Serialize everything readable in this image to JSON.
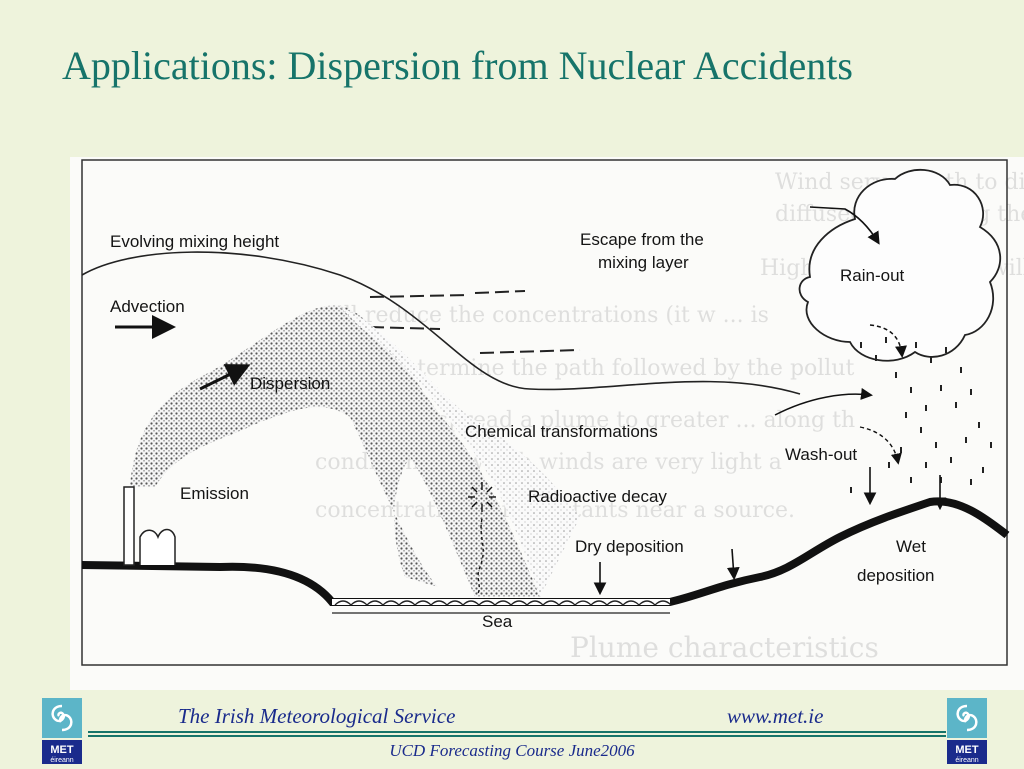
{
  "slide": {
    "title": "Applications: Dispersion from Nuclear Accidents"
  },
  "figure": {
    "labels": {
      "evolving_mixing_height": "Evolving mixing height",
      "advection": "Advection",
      "dispersion": "Dispersion",
      "emission": "Emission",
      "escape_line1": "Escape from the",
      "escape_line2": "mixing layer",
      "rain_out": "Rain-out",
      "chemical_transformations": "Chemical transformations",
      "radioactive_decay": "Radioactive decay",
      "wash_out": "Wash-out",
      "dry_deposition": "Dry deposition",
      "wet_line1": "Wet",
      "wet_line2": "deposition",
      "sea": "Sea"
    },
    "ghost_text": {
      "line1": "Wind serves both to diffuse (dilute) and to",
      "line2": "diffused both along the wind direction, and",
      "line3": "Higher wind speeds will not only transport",
      "line4": "will reduce the concentrations (it w ... is",
      "line5": "determine the path followed by the pollut",
      "line6": "will spread a plume to greater ... along th",
      "line7": "conditions in which winds are very light a",
      "line8": "concentrations of pollutants near a source.",
      "heading": "Plume characteristics"
    }
  },
  "footer": {
    "organization": "The Irish Meteorological Service",
    "url": "www.met.ie",
    "course": "UCD Forecasting Course June2006",
    "logo_text": "MET éireann"
  },
  "colors": {
    "title": "#16746a",
    "footer_text": "#1a2b8c",
    "background": "#eef3dc"
  }
}
